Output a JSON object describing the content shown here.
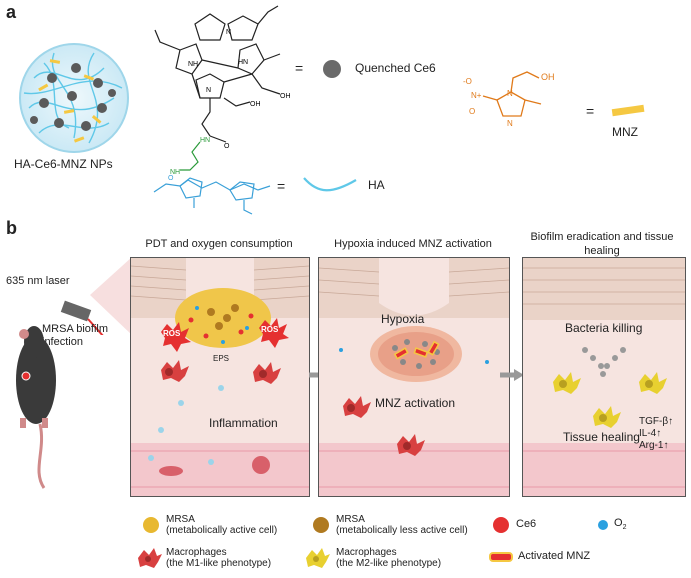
{
  "panel_a": {
    "letter": "a",
    "np_label": "HA-Ce6-MNZ NPs",
    "eq1": "=",
    "quenched_label": "Quenched Ce6",
    "eq2": "=",
    "ha_label": "HA",
    "eq3": "=",
    "mnz_label": "MNZ",
    "chem": {
      "oh": "OH",
      "nh1": "NH",
      "nh2": "HN",
      "n1": "N",
      "n2": "N",
      "oh2": "OH",
      "o1": "O",
      "o2": "O",
      "hn_link": "HN",
      "nh_link": "NH",
      "mnz_oh": "OH",
      "mnz_n1": "N",
      "mnz_n2": "N",
      "mnz_no2": "O",
      "mnz_minus": "-O",
      "mnz_plus": "N+"
    }
  },
  "panel_b": {
    "letter": "b",
    "laser_label": "635 nm laser",
    "mrsa_label": "MRSA biofilm infection",
    "panel1_title": "PDT and oxygen consumption",
    "panel2_title": "Hypoxia induced MNZ activation",
    "panel3_title": "Biofilm eradication and tissue healing",
    "ros1": "ROS",
    "ros2": "ROS",
    "eps": "EPS",
    "inflammation": "Inflammation",
    "hypoxia": "Hypoxia",
    "mnz_activation": "MNZ activation",
    "bacteria_killing": "Bacteria killing",
    "tissue_healing": "Tissue healing",
    "markers": [
      "TGF-β↑",
      "IL-4↑",
      "Arg-1↑"
    ]
  },
  "legend": {
    "mrsa_active": "MRSA (metabolically active cell)",
    "mrsa_active_l1": "MRSA",
    "mrsa_active_l2": "(metabolically active cell)",
    "mrsa_less_l1": "MRSA",
    "mrsa_less_l2": "(metabolically less active cell)",
    "ce6": "Ce6",
    "o2": "O",
    "o2_sub": "2",
    "m1_l1": "Macrophages",
    "m1_l2": "(the M1-like phenotype)",
    "m2_l1": "Macrophages",
    "m2_l2": "(the M2-like phenotype)",
    "activated_mnz": "Activated MNZ"
  },
  "colors": {
    "mrsa_active": "#e8b830",
    "mrsa_less": "#b07a20",
    "ce6": "#e53030",
    "o2": "#2aa0e0",
    "m1": "#d84040",
    "m2": "#e8d030",
    "mnz": "#f5c842",
    "ha": "#5fc8e8",
    "chem_orange": "#e07a1a",
    "chem_green": "#2a9a3a",
    "chem_blue": "#3aa0d8"
  }
}
